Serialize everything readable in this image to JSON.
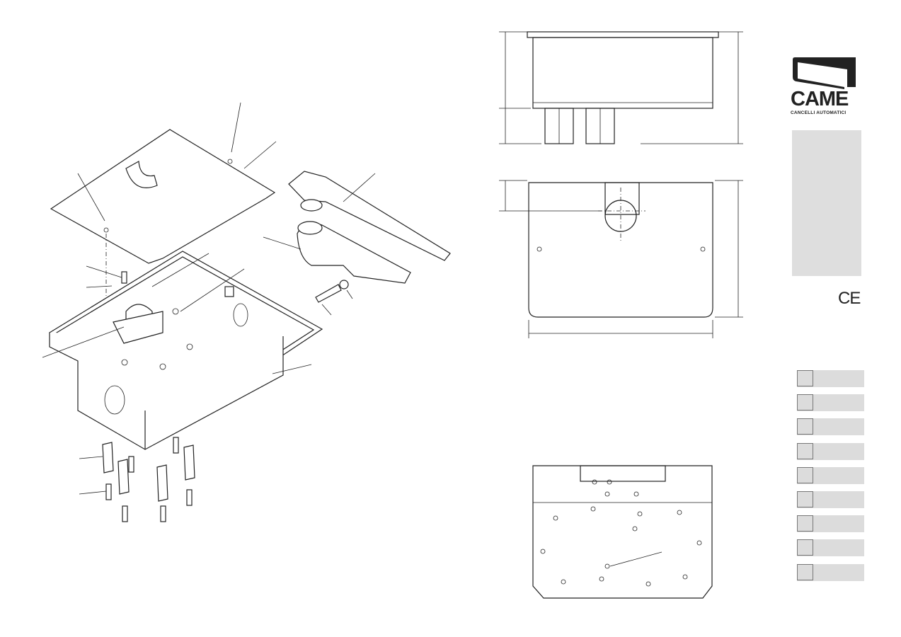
{
  "brand": {
    "name": "CAME",
    "tagline": "CANCELLI AUTOMATICI"
  },
  "marks": {
    "ce": "CE"
  },
  "sidebar": {
    "tab_count": 9
  }
}
